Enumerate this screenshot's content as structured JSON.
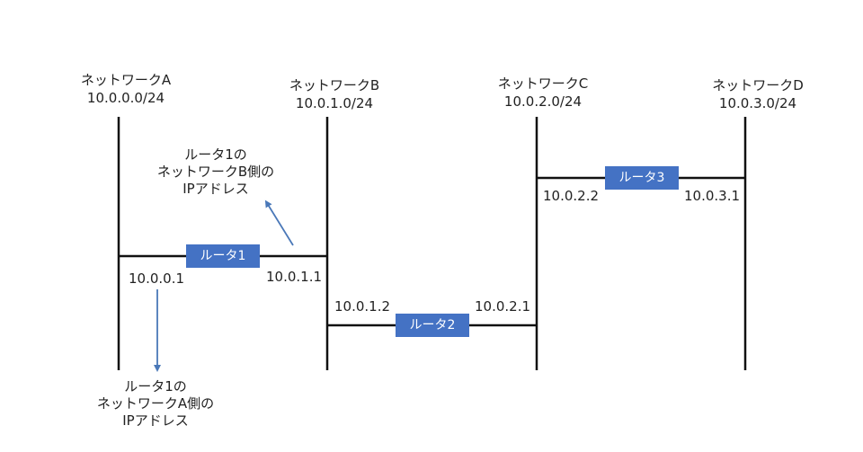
{
  "colors": {
    "line": "#111111",
    "router_fill": "#4472c4",
    "router_text": "#ffffff",
    "arrow": "#4a78b8"
  },
  "networks": {
    "a": {
      "name": "ネットワークA",
      "address": "10.0.0.0/24"
    },
    "b": {
      "name": "ネットワークB",
      "address": "10.0.1.0/24"
    },
    "c": {
      "name": "ネットワークC",
      "address": "10.0.2.0/24"
    },
    "d": {
      "name": "ネットワークD",
      "address": "10.0.3.0/24"
    }
  },
  "routers": {
    "r1": {
      "label": "ルータ1",
      "left_ip": "10.0.0.1",
      "right_ip": "10.0.1.1"
    },
    "r2": {
      "label": "ルータ2",
      "left_ip": "10.0.1.2",
      "right_ip": "10.0.2.1"
    },
    "r3": {
      "label": "ルータ3",
      "left_ip": "10.0.2.2",
      "right_ip": "10.0.3.1"
    }
  },
  "annotations": {
    "b_side": {
      "lines": [
        "ルータ1の",
        "ネットワークB側の",
        "IPアドレス"
      ]
    },
    "a_side": {
      "lines": [
        "ルータ1の",
        "ネットワークA側の",
        "IPアドレス"
      ]
    }
  }
}
